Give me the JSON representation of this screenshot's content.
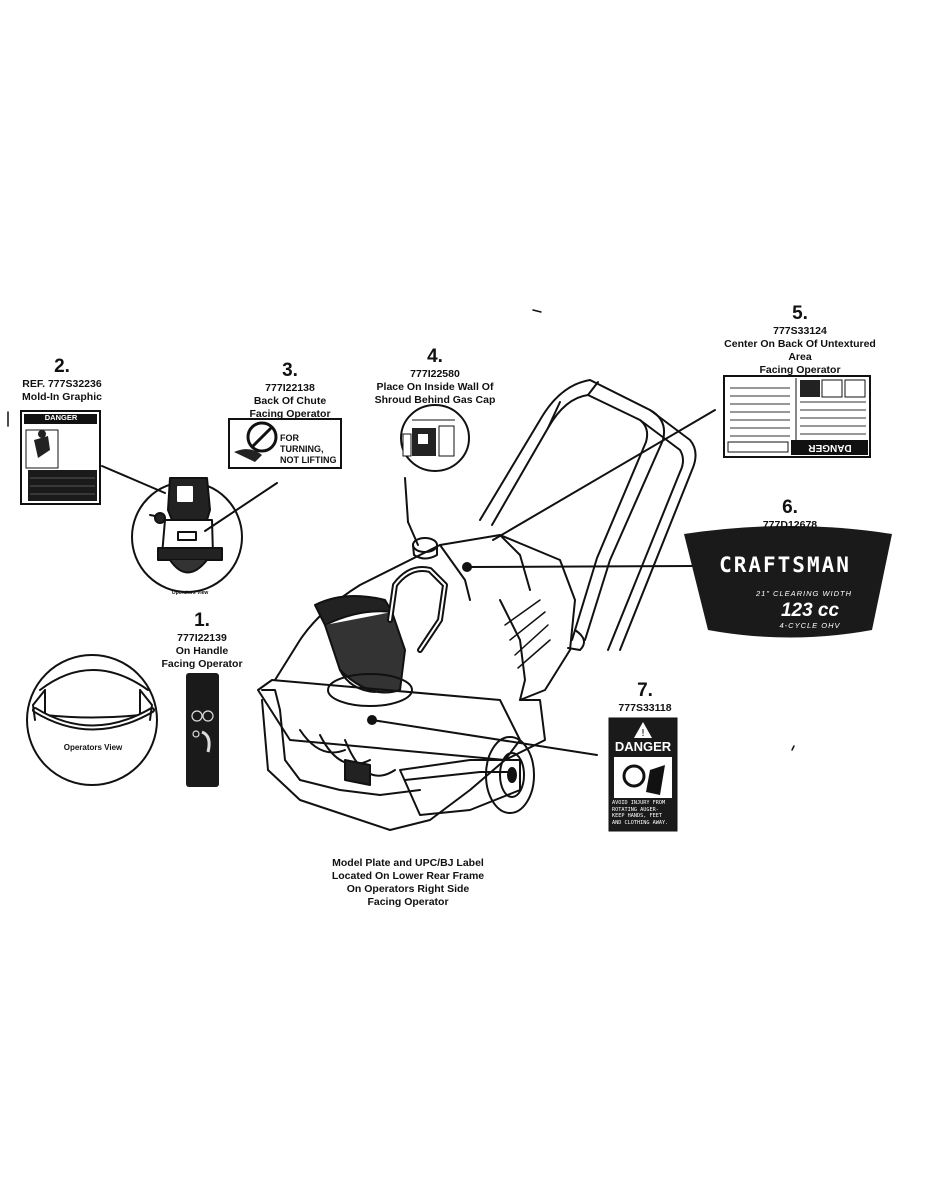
{
  "callouts": [
    {
      "num": "1.",
      "part": "777I22139",
      "lines": [
        "On Handle",
        "Facing Operator"
      ]
    },
    {
      "num": "2.",
      "part": "REF. 777S32236",
      "lines": [
        "Mold-In Graphic"
      ]
    },
    {
      "num": "3.",
      "part": "777I22138",
      "lines": [
        "Back Of Chute",
        "Facing Operator"
      ]
    },
    {
      "num": "4.",
      "part": "777I22580",
      "lines": [
        "Place On Inside Wall Of",
        "Shroud Behind Gas Cap"
      ]
    },
    {
      "num": "5.",
      "part": "777S33124",
      "lines": [
        "Center On Back Of Untextured",
        "Area",
        "Facing Operator"
      ]
    },
    {
      "num": "6.",
      "part": "777D12678",
      "lines": []
    },
    {
      "num": "7.",
      "part": "777S33118",
      "lines": []
    }
  ],
  "decals": {
    "danger_small": "DANGER",
    "chute_label": [
      "FOR TURNING,",
      "NOT LIFTING"
    ],
    "danger_big": "DANGER",
    "danger_big_text": [
      "AVOID INJURY FROM",
      "ROTATING AUGER-",
      "KEEP HANDS, FEET",
      "AND CLOTHING AWAY."
    ],
    "danger_5": "DANGER",
    "brand": "CRAFTSMAN",
    "clearing": "21\" CLEARING WIDTH",
    "cc": "123 cc",
    "engine": "4-CYCLE OHV"
  },
  "magnifier_labels": {
    "mag_handle": "Operators View",
    "mag_top": "Operators View"
  },
  "model_plate_note": [
    "Model Plate and UPC/BJ Label",
    "Located On Lower Rear Frame",
    "On Operators Right Side",
    "Facing Operator"
  ],
  "colors": {
    "ink": "#111111",
    "decal_fill": "#1a1a1a"
  }
}
